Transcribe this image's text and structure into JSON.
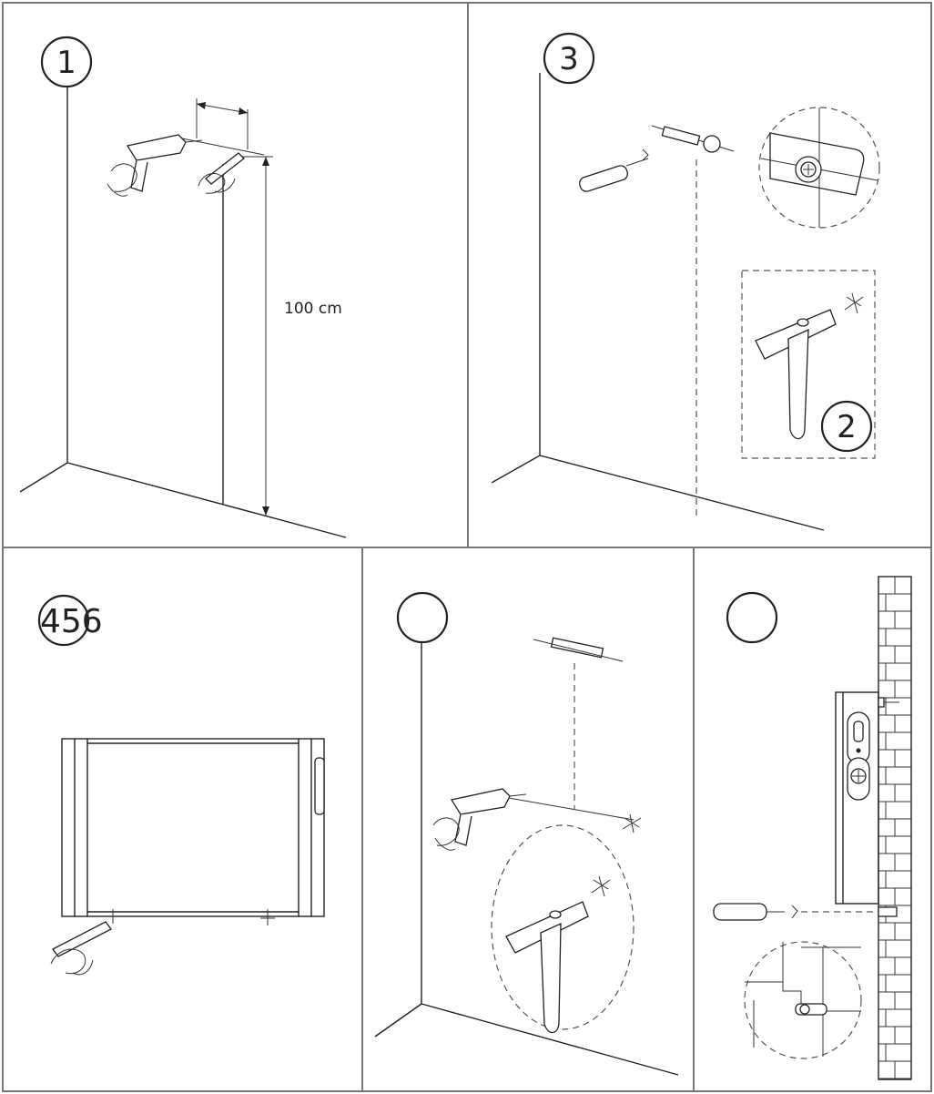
{
  "panels": [
    {
      "id": "panel-1",
      "step": "1",
      "dimension": "100 cm"
    },
    {
      "id": "panel-3",
      "step": "3",
      "inset_step": "2"
    },
    {
      "id": "panel-4",
      "step": "456"
    },
    {
      "id": "panel-5",
      "step": ""
    },
    {
      "id": "panel-6",
      "step": ""
    }
  ],
  "colors": {
    "line": "#222222",
    "frame": "#777777",
    "background": "#ffffff"
  }
}
